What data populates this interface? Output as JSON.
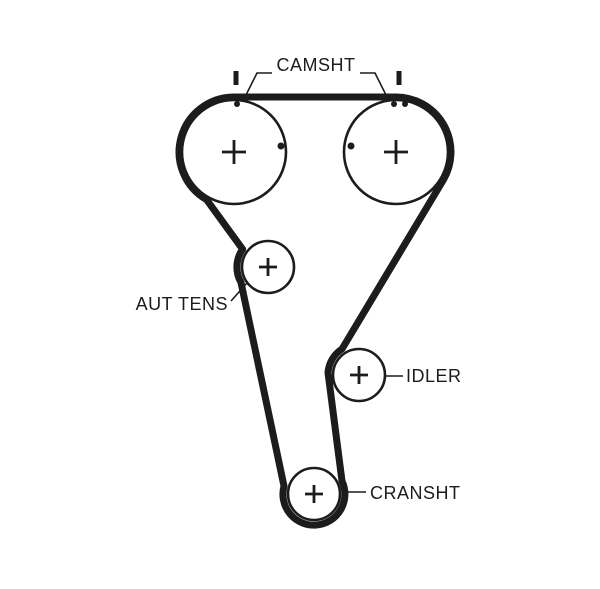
{
  "colors": {
    "ink": "#1c1c1c",
    "background": "#ffffff"
  },
  "labels": {
    "camshaft": "CAMSHT",
    "tensioner": "AUT TENS",
    "idler": "IDLER",
    "crankshaft": "CRANSHT"
  },
  "components": {
    "belt": "timing-belt",
    "camshaft_left": "camshaft-sprocket-left",
    "camshaft_right": "camshaft-sprocket-right",
    "tensioner": "automatic-tensioner-pulley",
    "idler": "idler-pulley",
    "crankshaft": "crankshaft-sprocket"
  }
}
